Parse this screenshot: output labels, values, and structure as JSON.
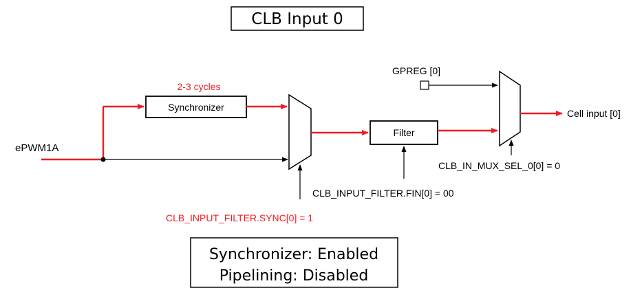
{
  "title": "CLB Input 0",
  "signals": {
    "input": "ePWM1A",
    "gpreg": "GPREG [0]",
    "output": "Cell input [0]"
  },
  "blocks": {
    "synchronizer": "Synchronizer",
    "filter": "Filter"
  },
  "annotations": {
    "cycles": "2-3 cycles",
    "sync_reg": "CLB_INPUT_FILTER.SYNC[0] = 1",
    "fin_reg": "CLB_INPUT_FILTER.FIN[0] = 00",
    "mux_sel": "CLB_IN_MUX_SEL_0[0] = 0"
  },
  "status": {
    "line1": "Synchronizer: Enabled",
    "line2": "Pipelining: Disabled"
  },
  "colors": {
    "active_path": "#ee1c24",
    "inactive_path": "#000000"
  }
}
